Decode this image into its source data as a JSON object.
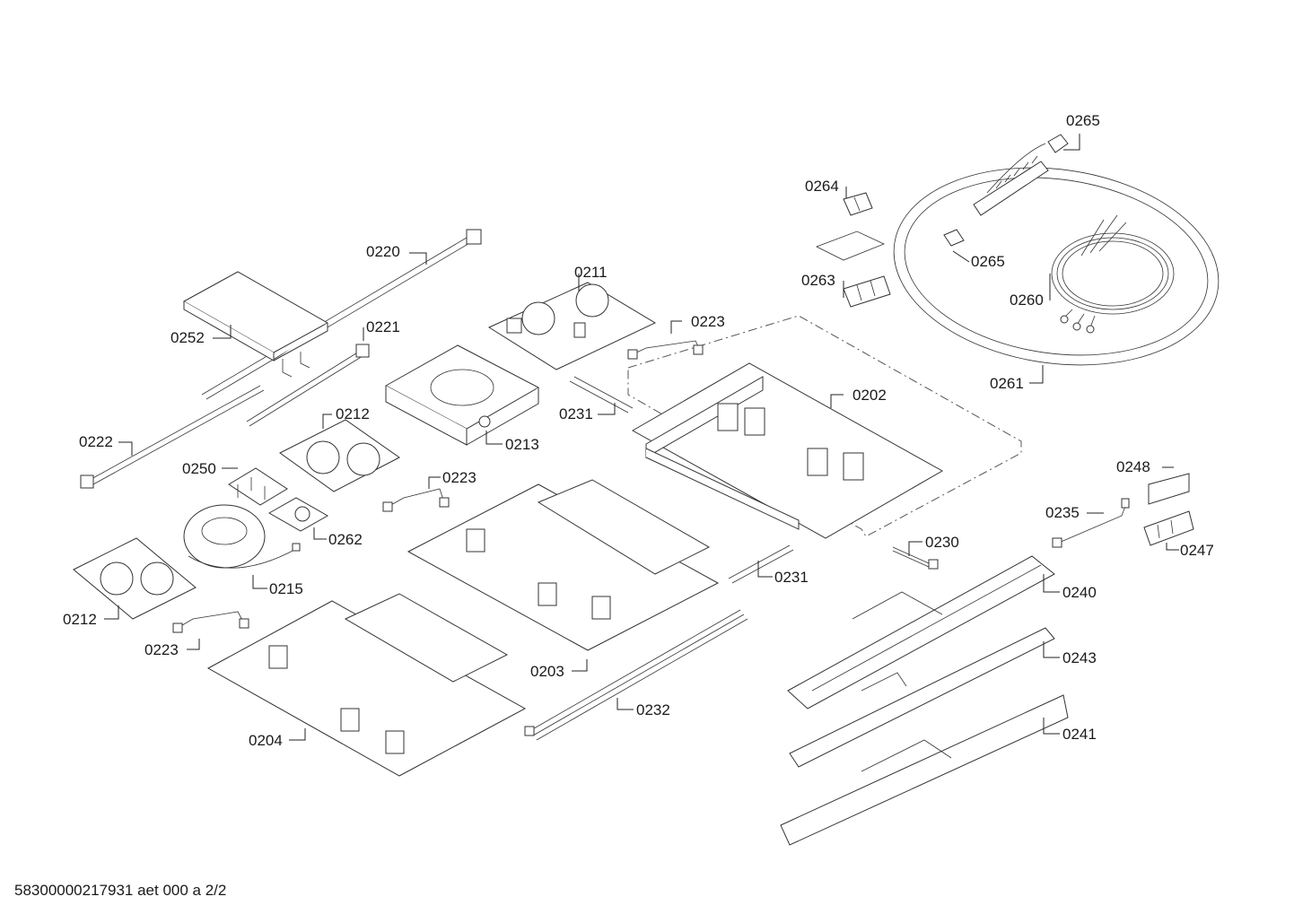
{
  "labels": {
    "l0265a": "0265",
    "l0264": "0264",
    "l0265b": "0265",
    "l0263": "0263",
    "l0260": "0260",
    "l0261": "0261",
    "l0220": "0220",
    "l0211": "0211",
    "l0223a": "0223",
    "l0252": "0252",
    "l0221": "0221",
    "l0202": "0202",
    "l0231a": "0231",
    "l0222": "0222",
    "l0212a": "0212",
    "l0213": "0213",
    "l0250": "0250",
    "l0223b": "0223",
    "l0248": "0248",
    "l0235": "0235",
    "l0247": "0247",
    "l0230": "0230",
    "l0262": "0262",
    "l0231b": "0231",
    "l0240": "0240",
    "l0215": "0215",
    "l0212b": "0212",
    "l0223c": "0223",
    "l0243": "0243",
    "l0203": "0203",
    "l0232": "0232",
    "l0241": "0241",
    "l0204": "0204"
  },
  "footer": "58300000217931 aet 000 a 2/2"
}
